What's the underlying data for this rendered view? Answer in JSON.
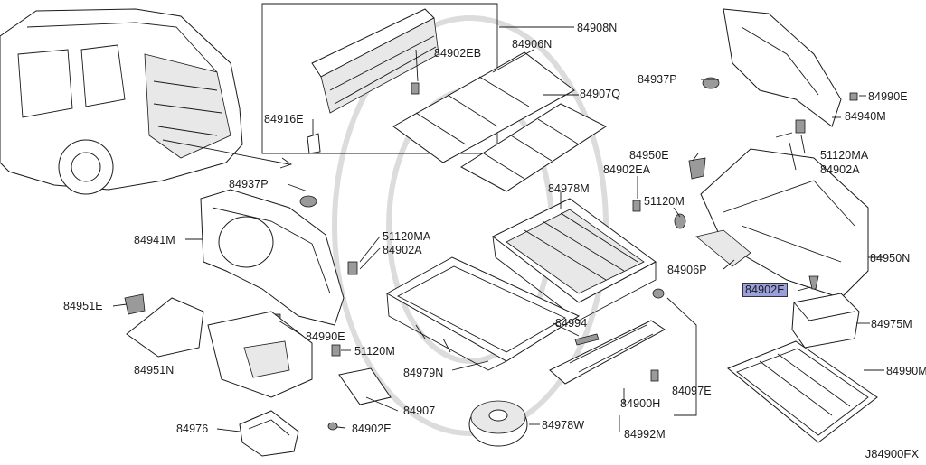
{
  "diagram_code": "J84900FX",
  "highlight_color": "#9aa0dc",
  "labels": {
    "l84908N": "84908N",
    "l84906N": "84906N",
    "l84902EB": "84902EB",
    "l84907Q": "84907Q",
    "l84916E": "84916E",
    "l84937P_top": "84937P",
    "l84990E_top": "84990E",
    "l84940M": "84940M",
    "l51120MA_right": "51120MA",
    "l84902A_right": "84902A",
    "l84950E": "84950E",
    "l84902EA": "84902EA",
    "l84978M": "84978M",
    "l51120M_right": "51120M",
    "l84950N": "84950N",
    "l84906P": "84906P",
    "l84902E_hl": "84902E",
    "l84975M": "84975M",
    "l84990M": "84990M",
    "l84937P_mid": "84937P",
    "l84941M": "84941M",
    "l51120MA_mid": "51120MA",
    "l84902A_mid": "84902A",
    "l84951E": "84951E",
    "l84951N": "84951N",
    "l84990E_mid": "84990E",
    "l51120M_mid": "51120M",
    "l84994": "84994",
    "l84979N": "84979N",
    "l84907": "84907",
    "l84097E": "84097E",
    "l84900H": "84900H",
    "l84976": "84976",
    "l84902E_bottom": "84902E",
    "l84978W": "84978W",
    "l84992M": "84992M"
  }
}
